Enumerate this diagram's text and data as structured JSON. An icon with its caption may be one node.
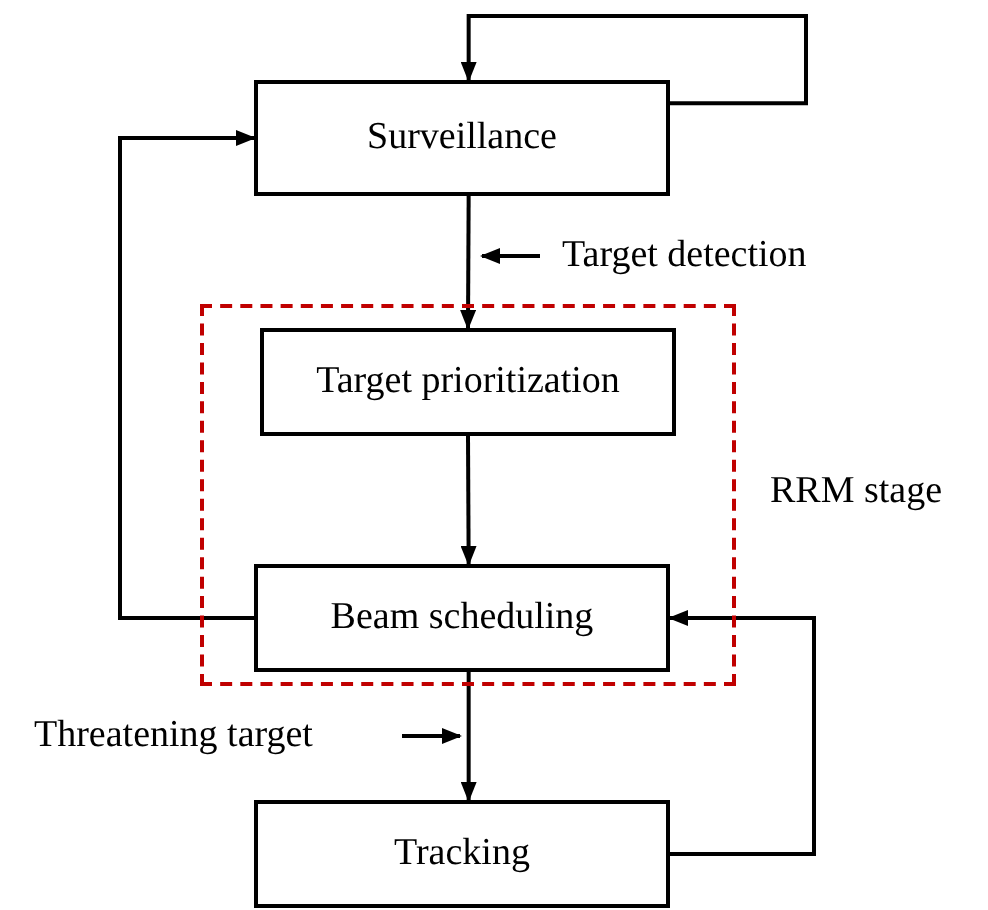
{
  "diagram": {
    "nodes": [
      {
        "text": [
          "Surveillance"
        ]
      },
      {
        "text": [
          "RRM stage"
        ]
      },
      {
        "text": [
          "Target prioritization"
        ],
        "in": 1
      },
      {
        "text": [
          "Beam scheduling"
        ],
        "in": 1
      },
      {
        "text": [
          "Tracking"
        ]
      }
    ],
    "edges": [
      {
        "from": 0,
        "to": 0,
        "arrow": "to"
      },
      {
        "from": 0,
        "to": 2,
        "arrow": "to",
        "label": "Target detection"
      },
      {
        "from": 2,
        "to": 3,
        "arrow": "to"
      },
      {
        "from": 3,
        "to": 0,
        "arrow": "to"
      },
      {
        "from": 3,
        "to": 4,
        "arrow": "to",
        "label": "Threatening target"
      },
      {
        "from": 4,
        "to": 3,
        "arrow": "to"
      }
    ]
  }
}
